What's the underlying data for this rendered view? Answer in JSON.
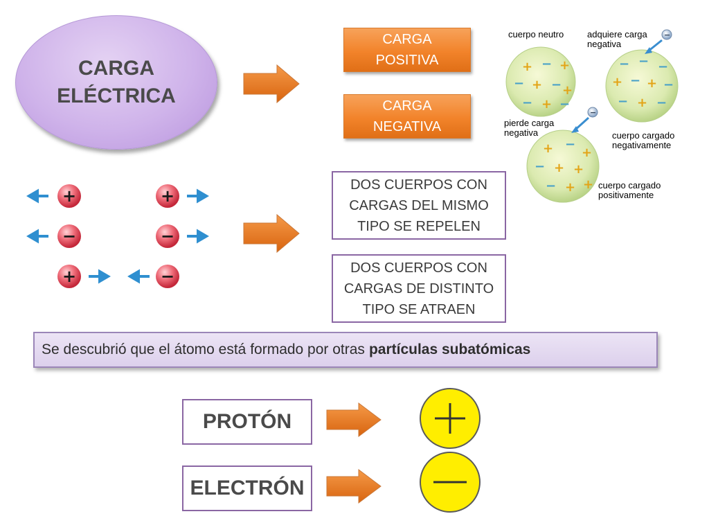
{
  "ellipse": {
    "line1": "CARGA",
    "line2": "ELÉCTRICA"
  },
  "charge_types": {
    "positive": {
      "line1": "CARGA",
      "line2": "POSITIVA"
    },
    "negative": {
      "line1": "CARGA",
      "line2": "NEGATIVA"
    }
  },
  "rules": {
    "repel": {
      "line1": "DOS CUERPOS CON",
      "line2": "CARGAS DEL MISMO",
      "line3": "TIPO SE REPELEN"
    },
    "attract": {
      "line1": "DOS CUERPOS CON",
      "line2": "CARGAS DE DISTINTO",
      "line3": "TIPO SE ATRAEN"
    }
  },
  "banner": {
    "text": "Se descubrió que el  átomo está formado por otras",
    "bold": "partículas subatómicas"
  },
  "particles": {
    "proton": "PROTÓN",
    "electron": "ELECTRÓN"
  },
  "diagram": {
    "neutral": "cuerpo neutro",
    "gains_line1": "adquiere carga",
    "gains_line2": "negativa",
    "loses_line1": "pierde carga",
    "loses_line2": "negativa",
    "neg_charged_line1": "cuerpo cargado",
    "neg_charged_line2": "negativamente",
    "pos_charged_line1": "cuerpo cargado",
    "pos_charged_line2": "positivamente"
  },
  "charge_pairs": [
    {
      "left": "+",
      "right": "+"
    },
    {
      "left": "−",
      "right": "−"
    },
    {
      "left": "+",
      "right": "−"
    }
  ],
  "colors": {
    "arrow": "#e8731a",
    "charge_ball": "#e14b5a",
    "blue_arrow": "#2f8fd0",
    "particle_circle": "#ffee00"
  }
}
